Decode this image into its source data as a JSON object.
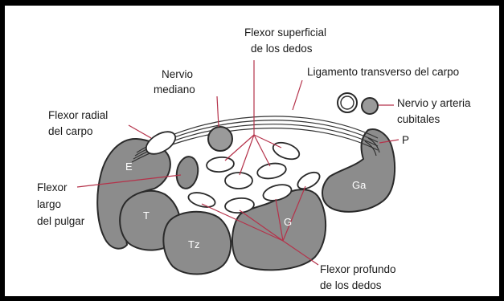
{
  "labels": {
    "flexor_superficial": [
      "Flexor superficial",
      "de los dedos"
    ],
    "ligamento": [
      "Ligamento transverso del carpo"
    ],
    "nervio_mediano": [
      "Nervio",
      "mediano"
    ],
    "nervio_arteria": [
      "Nervio y arteria",
      "cubitales"
    ],
    "flexor_radial": [
      "Flexor radial",
      "del carpo"
    ],
    "p": "P",
    "flexor_largo": [
      "Flexor",
      "largo",
      "del pulgar"
    ],
    "flexor_profundo": [
      "Flexor profundo",
      "de los dedos"
    ]
  },
  "bones": {
    "e": "E",
    "t": "T",
    "tz": "Tz",
    "g": "G",
    "ga": "Ga"
  },
  "colors": {
    "bone_fill": "#8c8c8c",
    "bone_stroke": "#2a2a2a",
    "tendon_fill": "#ffffff",
    "nerve_fill": "#9a9a9a",
    "leader": "#b5324a",
    "text": "#1a1a1a"
  }
}
